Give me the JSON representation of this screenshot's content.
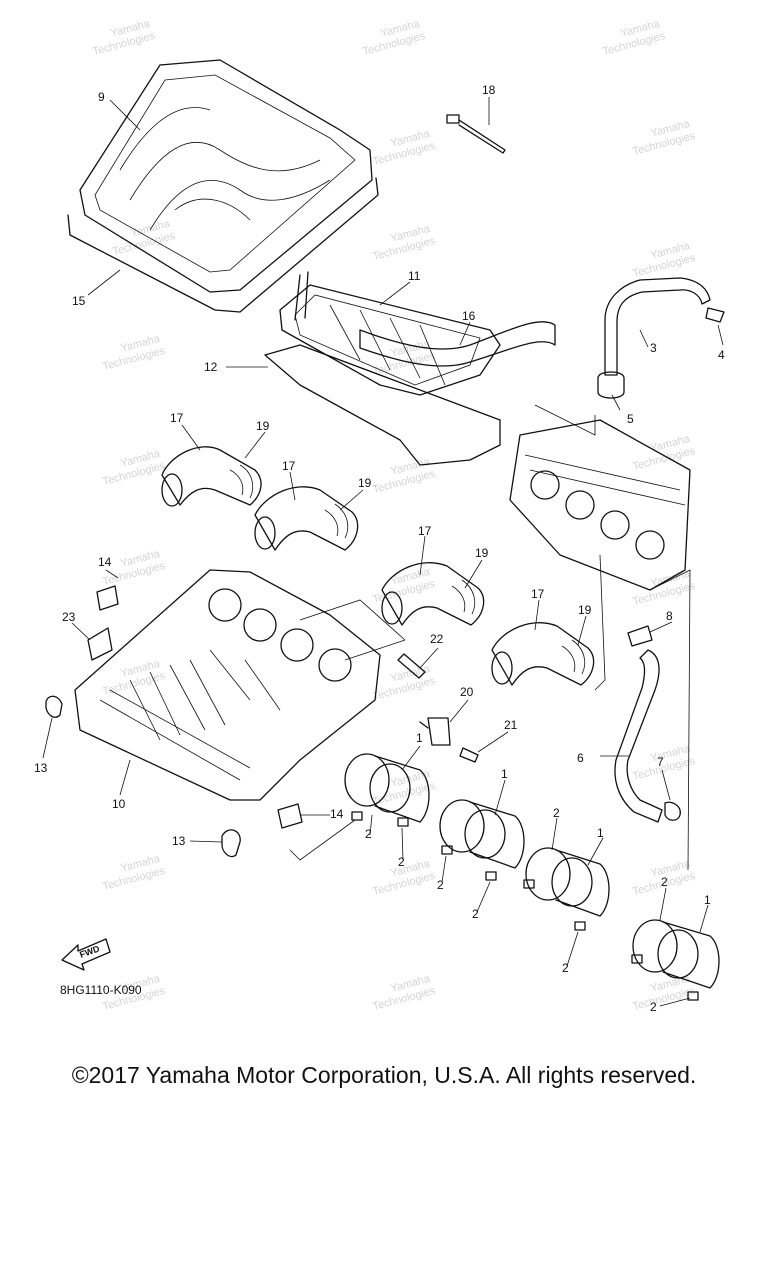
{
  "diagram": {
    "callouts": [
      "1",
      "2",
      "3",
      "4",
      "5",
      "6",
      "7",
      "8",
      "9",
      "10",
      "11",
      "12",
      "13",
      "14",
      "15",
      "16",
      "17",
      "18",
      "19",
      "20",
      "21",
      "22",
      "23"
    ],
    "watermark": [
      "Yamaha",
      "Technologies"
    ],
    "fwd_label": "FWD",
    "figure_code": "8HG1110-K090"
  },
  "copyright": "©2017 Yamaha Motor Corporation, U.S.A. All rights reserved."
}
